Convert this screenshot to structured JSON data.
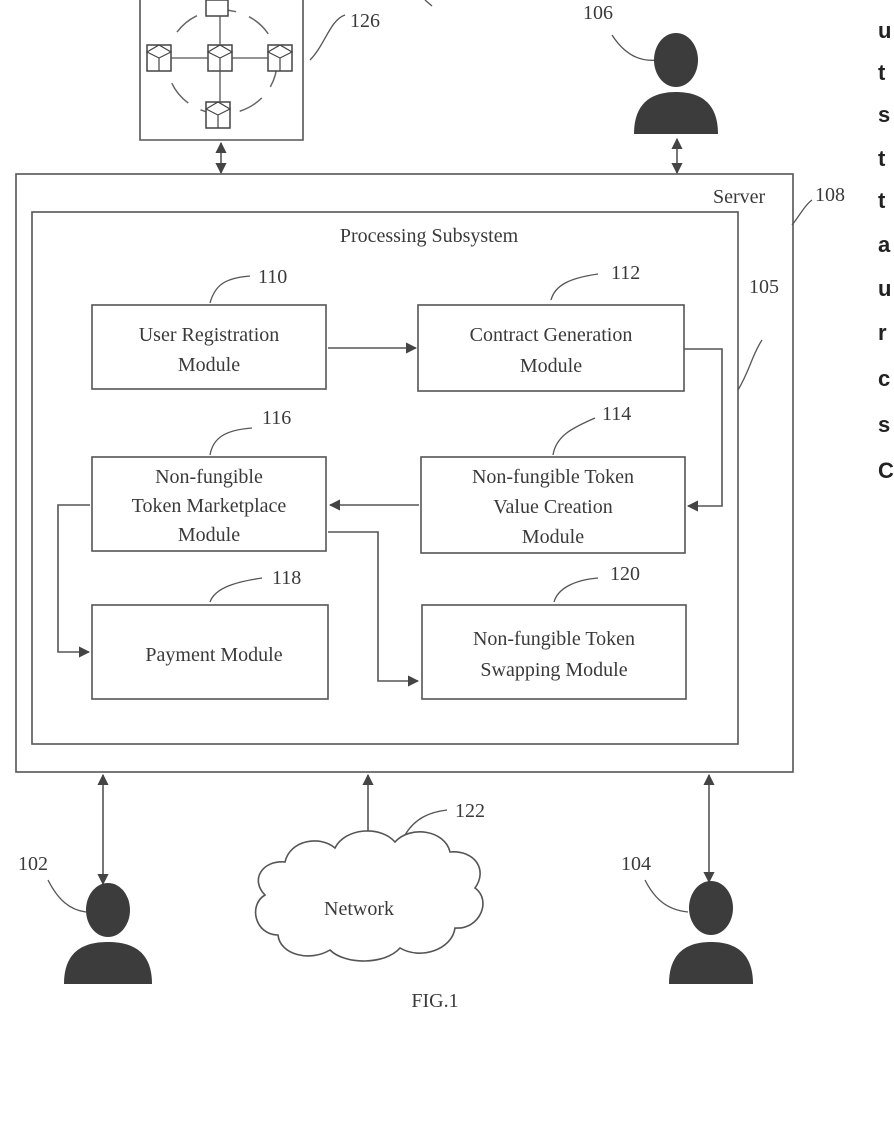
{
  "refs": {
    "blockchain": "126",
    "user_top": "106",
    "server": "108",
    "connector": "105",
    "user_registration": "110",
    "contract_generation": "112",
    "nft_value_creation": "114",
    "nft_marketplace": "116",
    "payment": "118",
    "nft_swapping": "120",
    "network": "122",
    "user_left": "102",
    "user_right": "104"
  },
  "labels": {
    "server": "Server",
    "processing_subsystem": "Processing Subsystem",
    "user_registration": [
      "User Registration",
      "Module"
    ],
    "contract_generation": [
      "Contract Generation",
      "Module"
    ],
    "nft_marketplace": [
      "Non-fungible",
      "Token Marketplace",
      "Module"
    ],
    "nft_value_creation": [
      "Non-fungible Token",
      "Value Creation",
      "Module"
    ],
    "payment": "Payment Module",
    "nft_swapping": [
      "Non-fungible Token",
      "Swapping Module"
    ],
    "network": "Network",
    "figure": "FIG.1"
  },
  "side_text": [
    "u",
    "t",
    "s",
    "t",
    "t",
    "a",
    "u",
    "r",
    "c",
    "s",
    "C"
  ]
}
